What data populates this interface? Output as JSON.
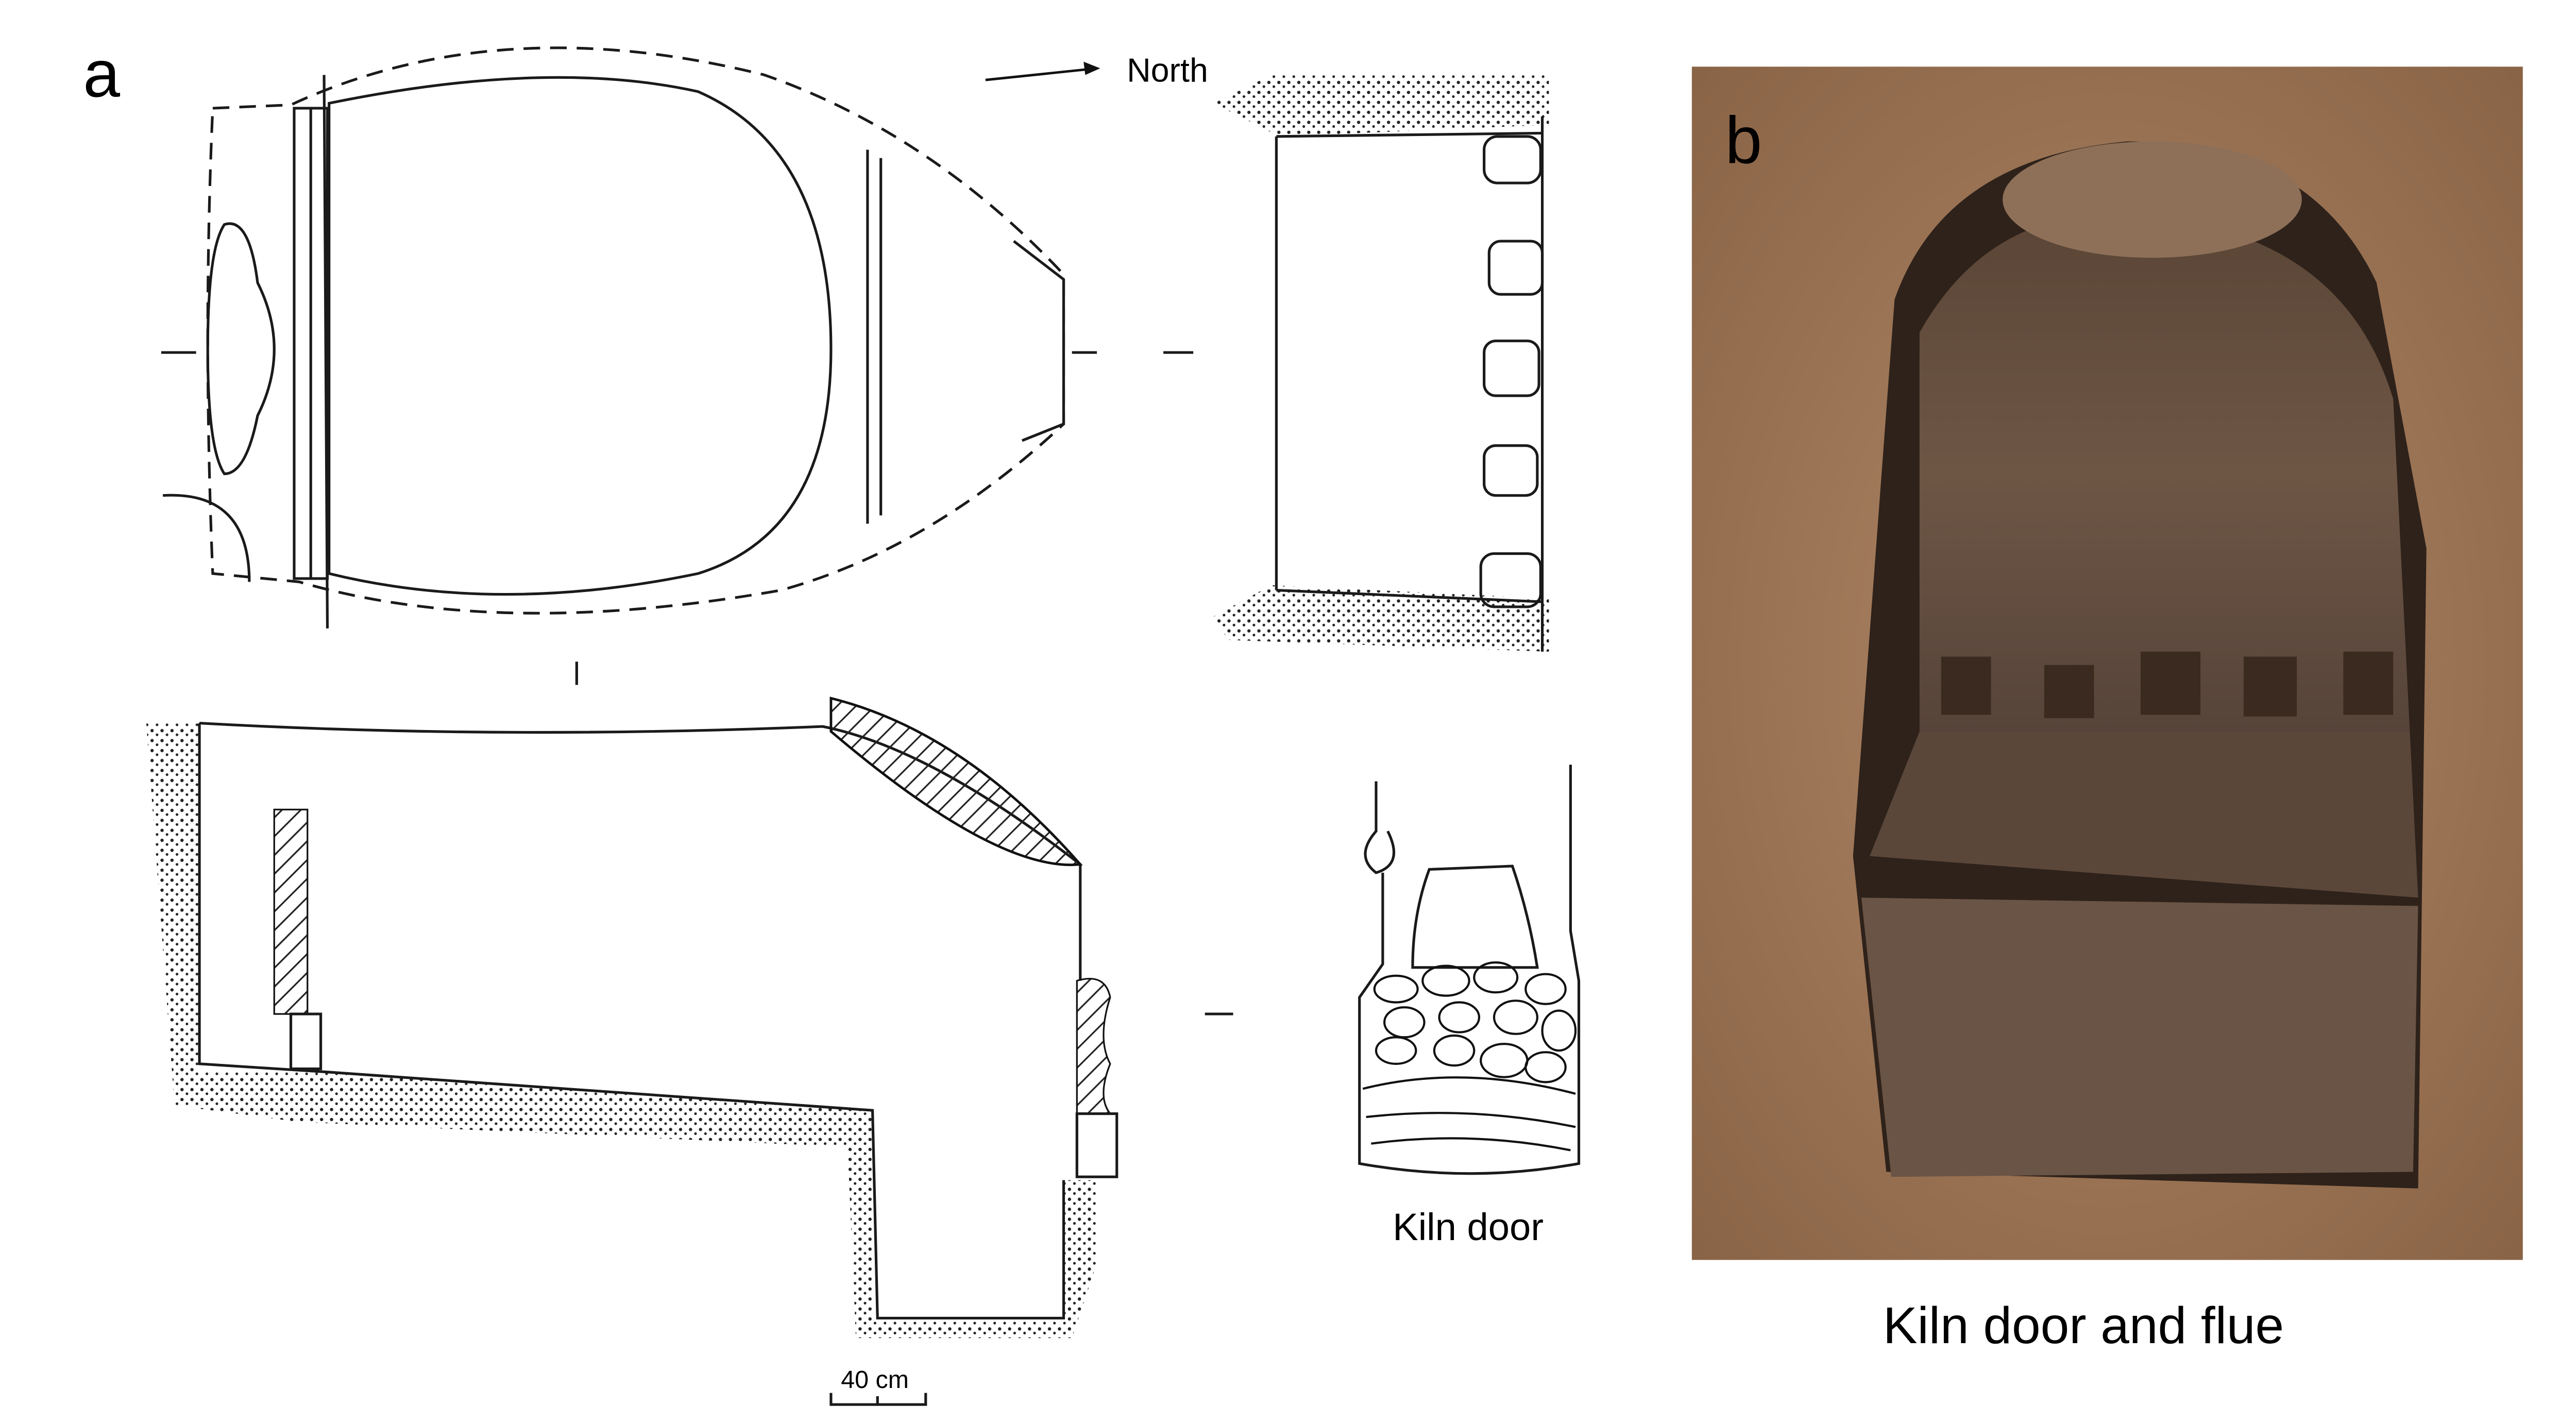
{
  "panel_a": {
    "label": "a",
    "north_label": "North",
    "kiln_door_caption": "Kiln door",
    "scale_bar_label": "40 cm"
  },
  "panel_b": {
    "label": "b",
    "caption": "Kiln door and flue"
  },
  "colors": {
    "photo_rock": "#a07c5c",
    "photo_dark": "#3a2c22",
    "photo_interior": "#6b5444"
  }
}
